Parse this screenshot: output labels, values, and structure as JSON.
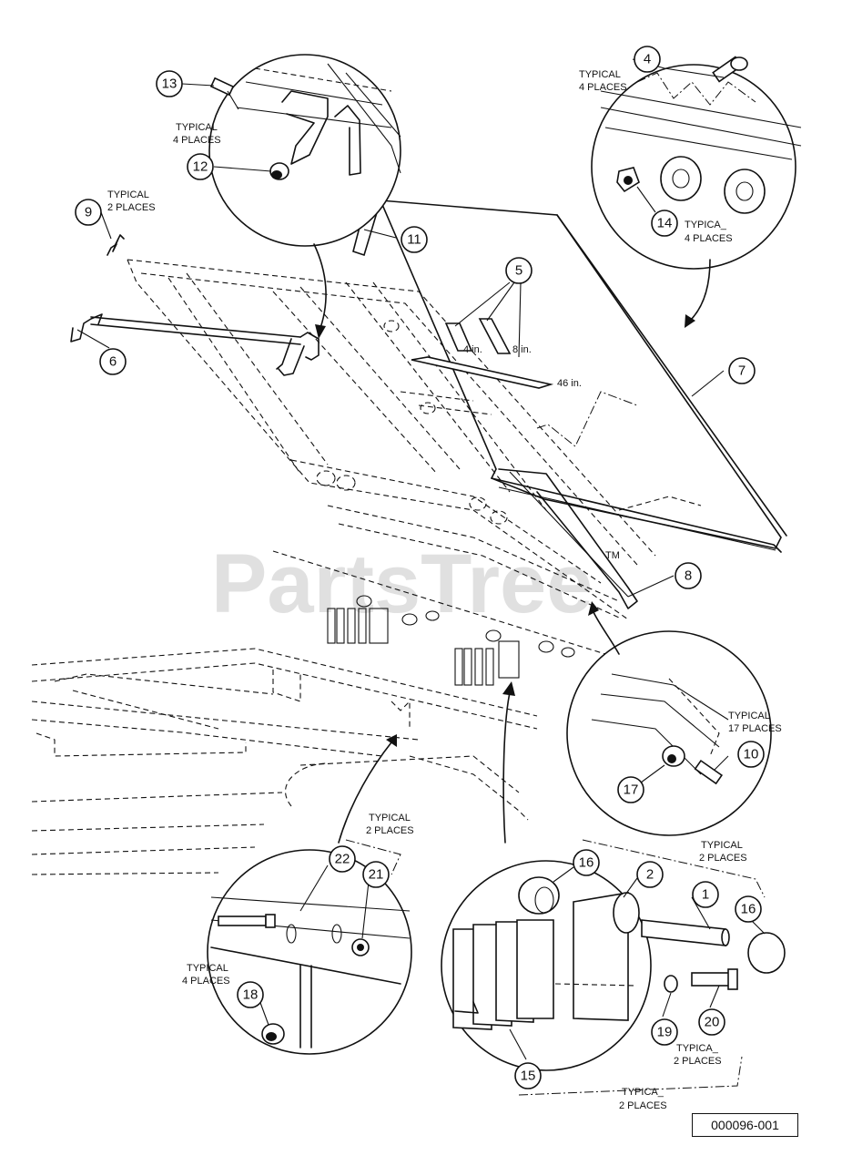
{
  "watermark": {
    "text": "PartsTree",
    "tm": "TM"
  },
  "reference_number": "000096-001",
  "callouts": [
    {
      "id": "13",
      "label": "13"
    },
    {
      "id": "12",
      "label": "12"
    },
    {
      "id": "9",
      "label": "9"
    },
    {
      "id": "11",
      "label": "11"
    },
    {
      "id": "6",
      "label": "6"
    },
    {
      "id": "5",
      "label": "5"
    },
    {
      "id": "4",
      "label": "4"
    },
    {
      "id": "14",
      "label": "14"
    },
    {
      "id": "7",
      "label": "7"
    },
    {
      "id": "8",
      "label": "8"
    },
    {
      "id": "10",
      "label": "10"
    },
    {
      "id": "17",
      "label": "17"
    },
    {
      "id": "22",
      "label": "22"
    },
    {
      "id": "21",
      "label": "21"
    },
    {
      "id": "18",
      "label": "18"
    },
    {
      "id": "16a",
      "label": "16"
    },
    {
      "id": "2",
      "label": "2"
    },
    {
      "id": "1",
      "label": "1"
    },
    {
      "id": "16b",
      "label": "16"
    },
    {
      "id": "19",
      "label": "19"
    },
    {
      "id": "20",
      "label": "20"
    },
    {
      "id": "15",
      "label": "15"
    }
  ],
  "notes": {
    "n13_l1": "TYPICAL",
    "n13_l2": "4 PLACES",
    "n9_l1": "TYPICAL",
    "n9_l2": "2 PLACES",
    "n4_l1": "TYPICAL",
    "n4_l2": "4 PLACES",
    "n14_l1": "TYPICA_",
    "n14_l2": "4 PLACES",
    "n10_l1": "TYPICAL",
    "n10_l2": "17 PLACES",
    "n22_l1": "TYPICAL",
    "n22_l2": "2 PLACES",
    "n18_l1": "TYPICAL",
    "n18_l2": "4 PLACES",
    "n1_l1": "TYPICAL",
    "n1_l2": "2 PLACES",
    "n20_l1": "TYPICA_",
    "n20_l2": "2 PLACES",
    "n15_l1": "TYPICA_",
    "n15_l2": "2 PLACES"
  },
  "dimensions": {
    "d4": "4 in.",
    "d8": "8 in.",
    "d46": "46 in."
  }
}
